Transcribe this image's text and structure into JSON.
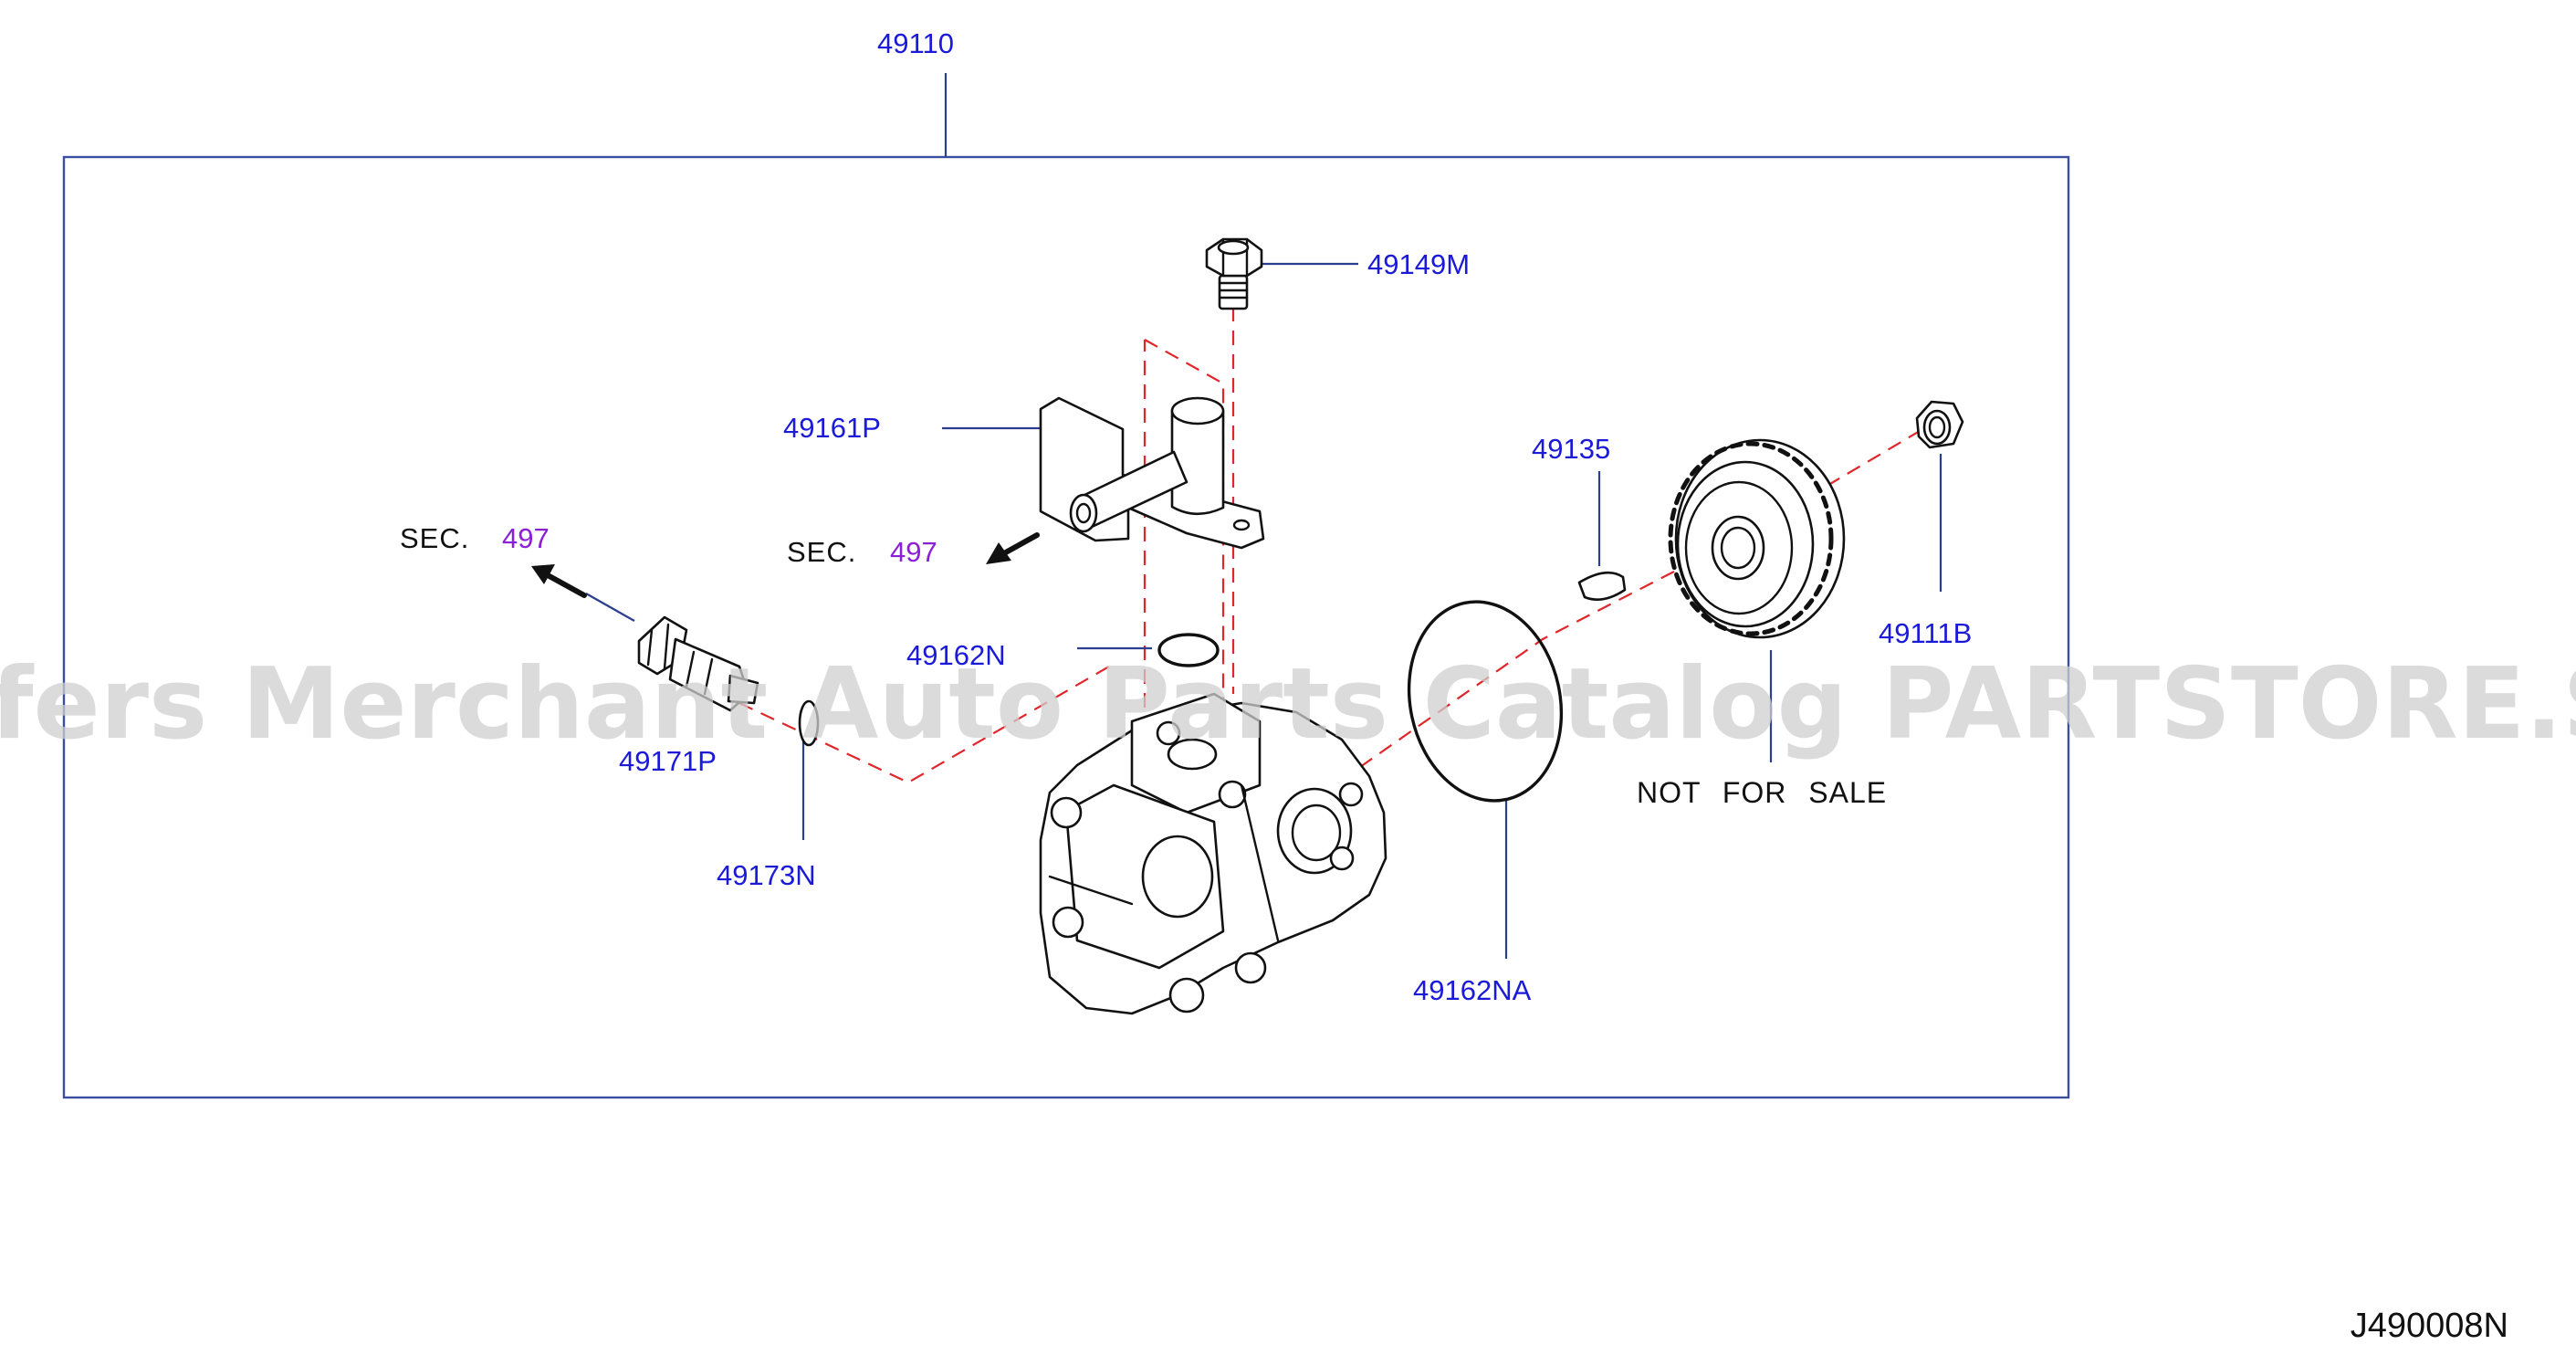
{
  "parts": {
    "assembly": "49110",
    "bolt": "49149M",
    "connector": "49161P",
    "woodruff_key": "49135",
    "nut": "49111B",
    "o_ring_top": "49162N",
    "valve": "49171P",
    "o_ring_small": "49173N",
    "o_ring_large": "49162NA"
  },
  "sec_left": {
    "prefix": "SEC.",
    "number": "497"
  },
  "sec_mid": {
    "prefix": "SEC.",
    "number": "497"
  },
  "not_for_sale": "NOT FOR SALE",
  "diagram_code": "J490008N",
  "watermark": "Offers Merchant Auto Parts Catalog PARTSTORE.SA",
  "colors": {
    "part_label": "#1a1ad8",
    "sec_number": "#8a1fd6",
    "center_line": "#e0262a",
    "leader_line": "#2a3f8f"
  }
}
